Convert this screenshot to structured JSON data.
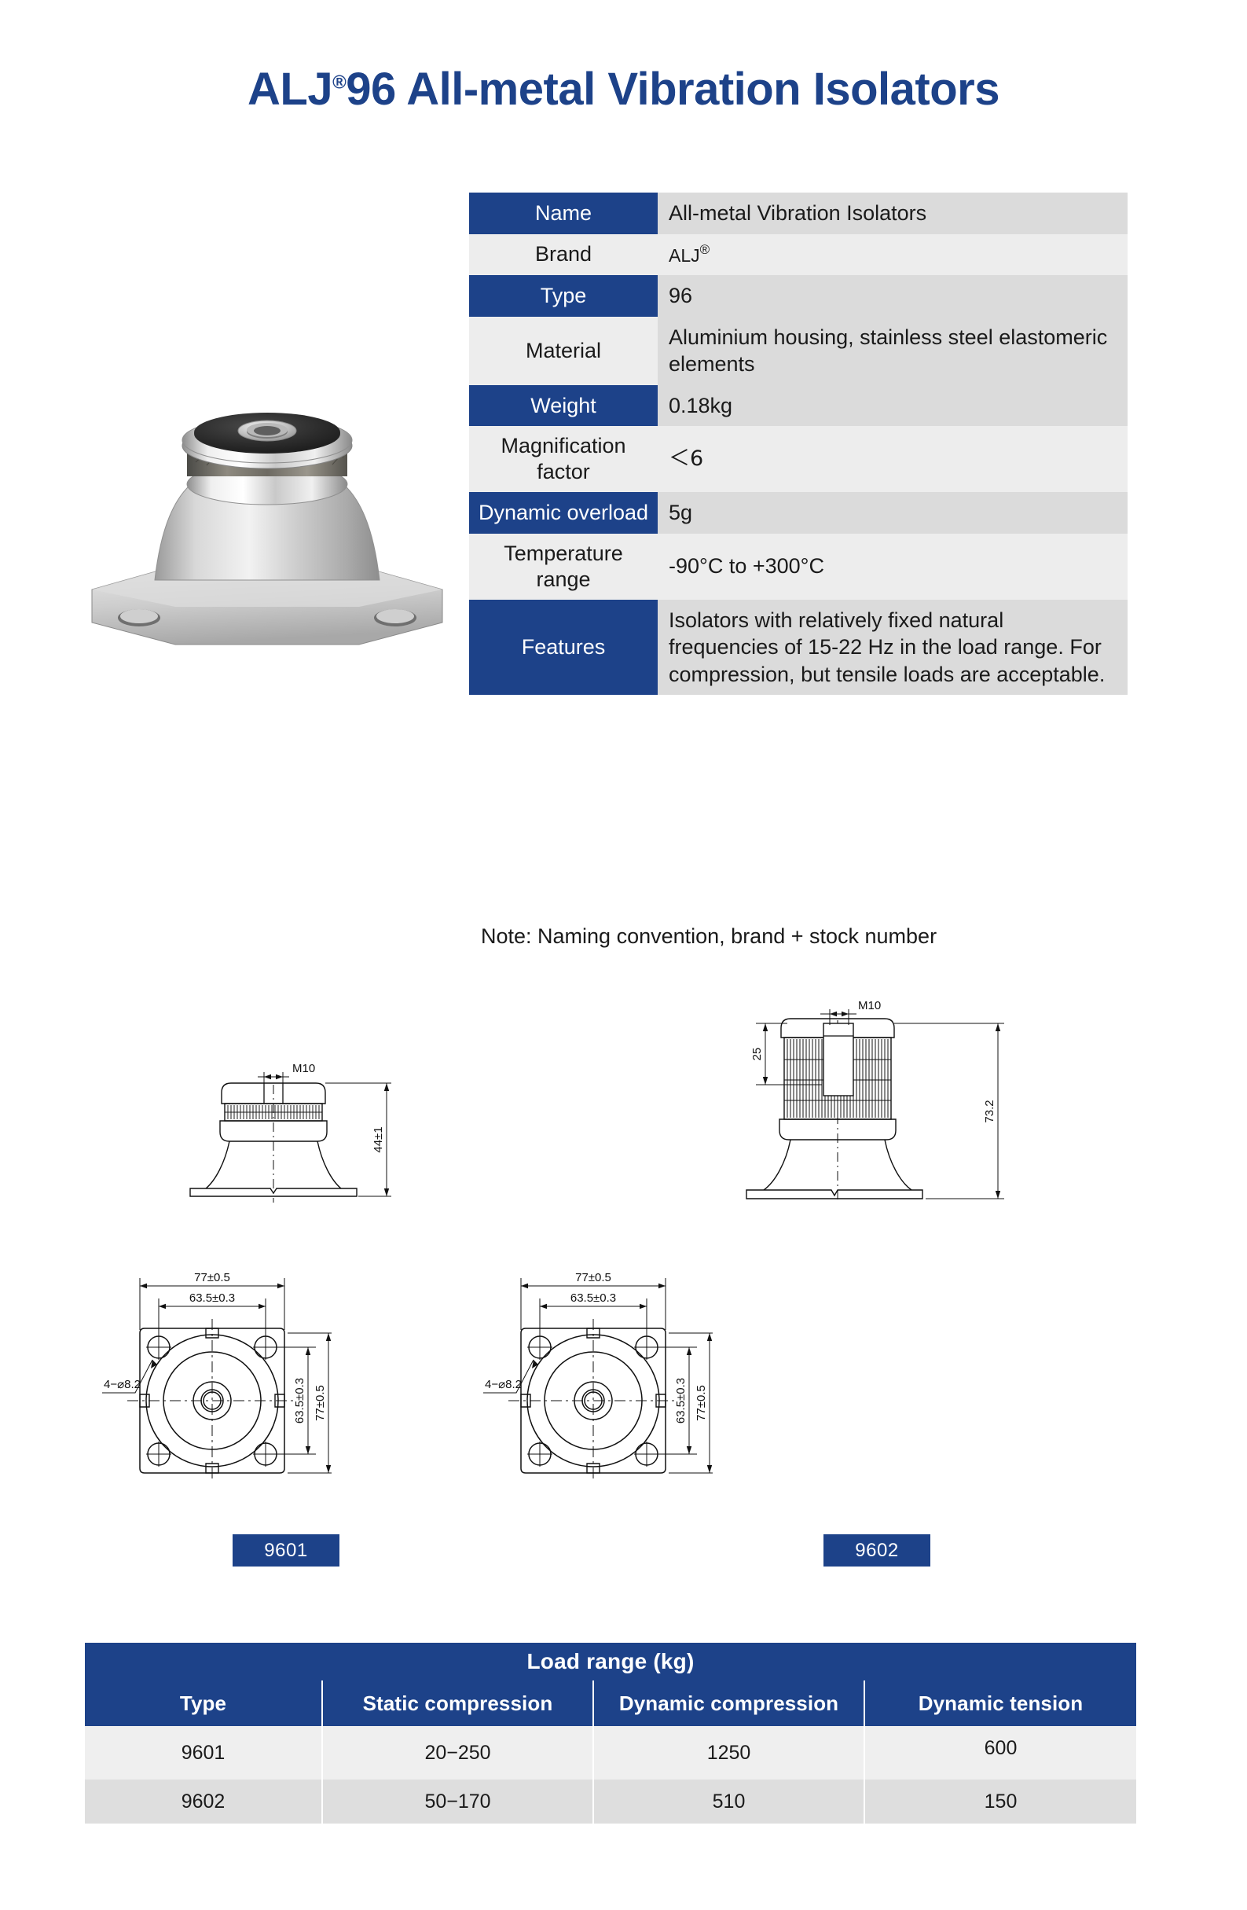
{
  "title": {
    "brand": "ALJ",
    "reg": "®",
    "rest": "96 All-metal Vibration Isolators"
  },
  "colors": {
    "accent_blue": "#1d4289",
    "value_gray_dark": "#dbdbdb",
    "value_gray_light": "#ededed"
  },
  "spec_table": {
    "rows": [
      {
        "label": "Name",
        "value": "All-metal Vibration Isolators",
        "label_style": "blue"
      },
      {
        "label": "Brand",
        "value": "ALJ",
        "value_sup": "®",
        "label_style": "gray"
      },
      {
        "label": "Type",
        "value": "96",
        "label_style": "blue"
      },
      {
        "label": "Material",
        "value": "Aluminium housing, stainless steel elastomeric elements",
        "label_style": "gray"
      },
      {
        "label": "Weight",
        "value": "0.18kg",
        "label_style": "blue"
      },
      {
        "label": "Magnification factor",
        "value": "＜6",
        "label_style": "gray"
      },
      {
        "label": "Dynamic overload",
        "value": "5g",
        "label_style": "blue"
      },
      {
        "label": "Temperature range",
        "value": "-90°C to +300°C",
        "label_style": "gray"
      },
      {
        "label": "Features",
        "value": "Isolators with relatively fixed natural frequencies of 15-22 Hz in the load range. For compression, but tensile loads are acceptable.",
        "label_style": "blue"
      }
    ]
  },
  "note": "Note: Naming convention, brand + stock number",
  "drawings": {
    "model_9601": {
      "badge": "9601",
      "side_view": {
        "thread": "M10",
        "height": "44±1"
      },
      "top_view": {
        "width_outer": "77±0.5",
        "width_bolt": "63.5±0.3",
        "height_bolt": "63.5±0.3",
        "height_outer": "77±0.5",
        "holes": "4−0̊8.2"
      }
    },
    "model_9602": {
      "badge": "9602",
      "side_view": {
        "thread": "M10",
        "mesh_height": "25",
        "height": "73.2"
      },
      "top_view": {
        "width_outer": "77±0.5",
        "width_bolt": "63.5±0.3",
        "height_bolt": "63.5±0.3",
        "height_outer": "77±0.5",
        "holes": "4−0̊8.2"
      }
    }
  },
  "load_table": {
    "title": "Load range (kg)",
    "columns": [
      "Type",
      "Static compression",
      "Dynamic compression",
      "Dynamic tension"
    ],
    "rows": [
      {
        "type": "9601",
        "static_compression": "20−250",
        "dynamic_compression": "1250",
        "dynamic_tension": "600"
      },
      {
        "type": "9602",
        "static_compression": "50−170",
        "dynamic_compression": "510",
        "dynamic_tension": "150"
      }
    ]
  }
}
